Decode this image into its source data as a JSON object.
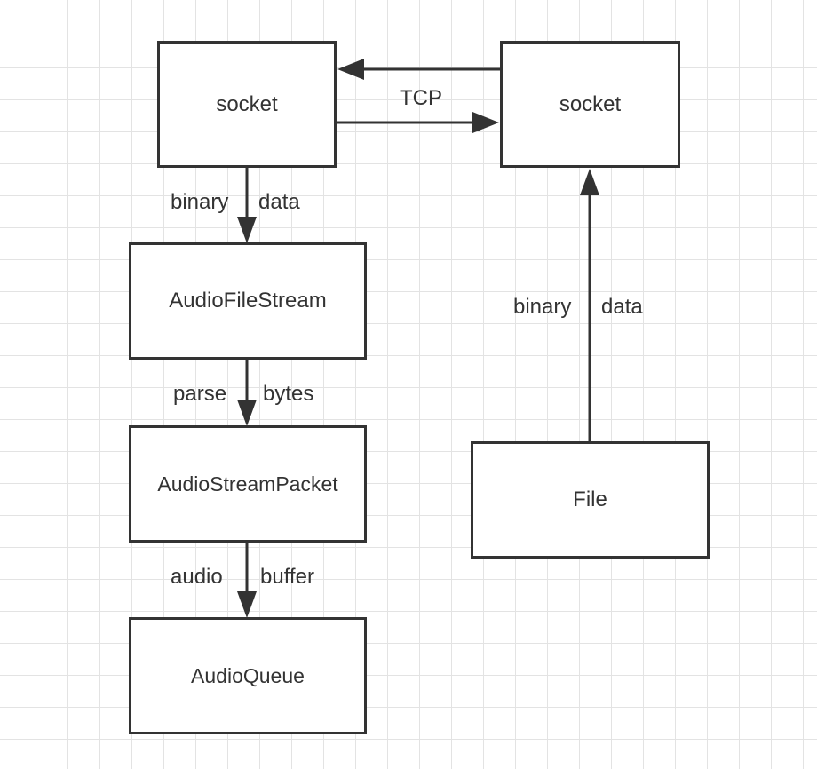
{
  "nodes": {
    "socket_left": "socket",
    "socket_right": "socket",
    "audio_file_stream": "AudioFileStream",
    "audio_stream_packet": "AudioStreamPacket",
    "audio_queue": "AudioQueue",
    "file": "File"
  },
  "edge_labels": {
    "tcp": "TCP",
    "left_binary": "binary",
    "left_data": "data",
    "parse": "parse",
    "bytes": "bytes",
    "audio": "audio",
    "buffer": "buffer",
    "right_binary": "binary",
    "right_data": "data"
  },
  "colors": {
    "stroke": "#333333",
    "grid": "#e3e3e3",
    "background": "#ffffff"
  }
}
